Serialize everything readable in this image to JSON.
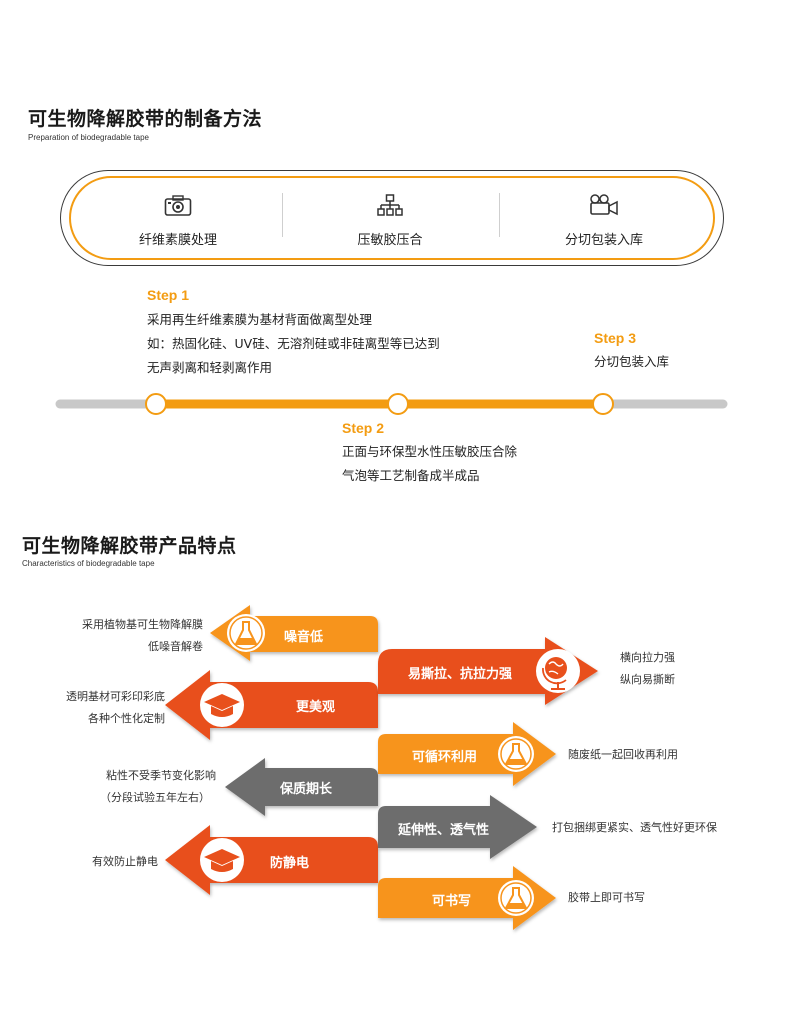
{
  "section1": {
    "title": "可生物降解胶带的制备方法",
    "subtitle": "Preparation of biodegradable tape",
    "process": [
      {
        "label": "纤维素膜处理",
        "icon": "camera-icon"
      },
      {
        "label": "压敏胶压合",
        "icon": "hierarchy-icon"
      },
      {
        "label": "分切包装入库",
        "icon": "video-camera-icon"
      }
    ],
    "steps": [
      {
        "title": "Step 1",
        "lines": [
          "采用再生纤维素膜为基材背面做离型处理",
          "如：热固化硅、UV硅、无溶剂硅或非硅离型等已达到",
          "无声剥离和轻剥离作用"
        ]
      },
      {
        "title": "Step 2",
        "lines": [
          "正面与环保型水性压敏胶压合除",
          "气泡等工艺制备成半成品"
        ]
      },
      {
        "title": "Step 3",
        "lines": [
          "分切包装入库"
        ]
      }
    ]
  },
  "section2": {
    "title": "可生物降解胶带产品特点",
    "subtitle": "Characteristics of biodegradable tape",
    "left_features": [
      {
        "label": "噪音低",
        "desc": [
          "采用植物基可生物降解膜",
          "低噪音解卷"
        ],
        "color": "#f7941d",
        "icon": "flask-icon"
      },
      {
        "label": "更美观",
        "desc": [
          "透明基材可彩印彩底",
          "各种个性化定制"
        ],
        "color": "#e8501c",
        "icon": "graduation-cap-icon"
      },
      {
        "label": "保质期长",
        "desc": [
          "粘性不受季节变化影响",
          "（分段试验五年左右）"
        ],
        "color": "#6d6d6d",
        "icon": ""
      },
      {
        "label": "防静电",
        "desc": [
          "有效防止静电"
        ],
        "color": "#e8501c",
        "icon": "graduation-cap-icon"
      }
    ],
    "right_features": [
      {
        "label": "易撕拉、抗拉力强",
        "desc": [
          "横向拉力强",
          "纵向易撕断"
        ],
        "color": "#e8501c",
        "icon": "globe-icon"
      },
      {
        "label": "可循环利用",
        "desc": [
          "随废纸一起回收再利用"
        ],
        "color": "#f7941d",
        "icon": "flask-icon"
      },
      {
        "label": "延伸性、透气性",
        "desc": [
          "打包捆绑更紧实、透气性好更环保"
        ],
        "color": "#6d6d6d",
        "icon": ""
      },
      {
        "label": "可书写",
        "desc": [
          "胶带上即可书写"
        ],
        "color": "#f7941d",
        "icon": "flask-icon"
      }
    ]
  }
}
